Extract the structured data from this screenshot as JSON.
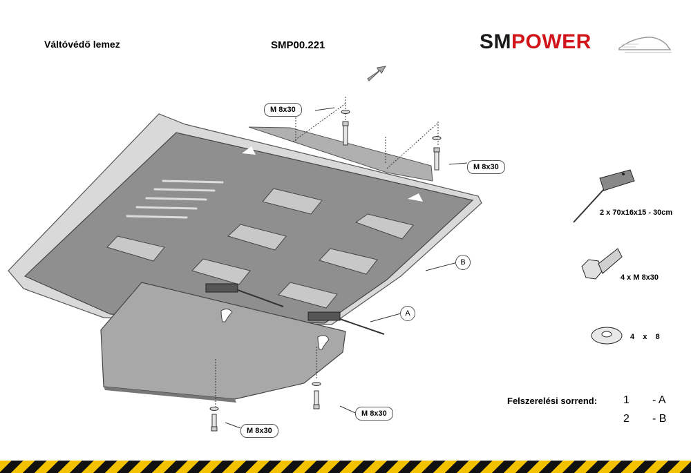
{
  "header": {
    "title": "Váltóvédő lemez",
    "code": "SMP00.221",
    "logo_part1": "SM",
    "logo_part2": "POWER"
  },
  "callouts": {
    "bolt_top_left": "M 8x30",
    "bolt_top_right": "M 8x30",
    "bolt_bottom_right": "M 8x30",
    "bolt_bottom_left": "M 8x30",
    "part_a": "A",
    "part_b": "B"
  },
  "parts_list": {
    "strap": "2 x 70x16x15 - 30cm",
    "bolt": "4 x M 8x30",
    "washer": "4    x    8"
  },
  "assembly": {
    "label": "Felszerelési sorrend:",
    "step1_num": "1",
    "step1_part": "- A",
    "step2_num": "2",
    "step2_part": "- B"
  },
  "colors": {
    "plate_fill": "#8f8f8f",
    "plate_edge": "#d9d9d9",
    "logo_red": "#d0161b",
    "stripe_yellow": "#f2c200"
  }
}
